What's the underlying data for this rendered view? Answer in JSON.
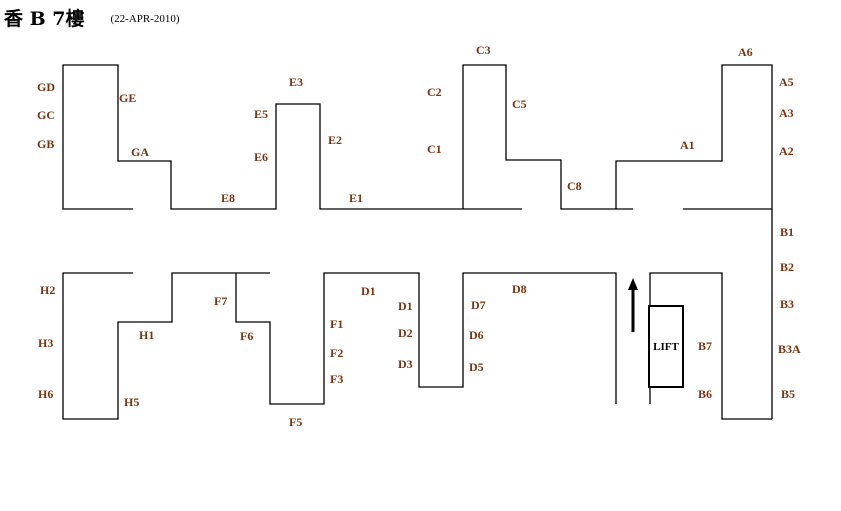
{
  "header": {
    "title": "香 B  7樓",
    "date": "(22-APR-2010)"
  },
  "colors": {
    "label": "#7a3410",
    "wall": "#000000"
  },
  "lift": {
    "label": "LIFT"
  },
  "direction_arrow": {
    "icon": "arrow-up-icon"
  },
  "shops": {
    "GD": "GD",
    "GC": "GC",
    "GB": "GB",
    "GE": "GE",
    "GA": "GA",
    "E3": "E3",
    "E5": "E5",
    "E6": "E6",
    "E2": "E2",
    "E8": "E8",
    "E1": "E1",
    "C3": "C3",
    "C2": "C2",
    "C5": "C5",
    "C1": "C1",
    "C8": "C8",
    "A6": "A6",
    "A5": "A5",
    "A3": "A3",
    "A2": "A2",
    "A1": "A1",
    "B1": "B1",
    "B2": "B2",
    "B3": "B3",
    "B3A": "B3A",
    "B7": "B7",
    "B6": "B6",
    "B5": "B5",
    "H2": "H2",
    "H3": "H3",
    "H6": "H6",
    "H1": "H1",
    "H5": "H5",
    "F7": "F7",
    "F6": "F6",
    "F1": "F1",
    "F2": "F2",
    "F3": "F3",
    "F5": "F5",
    "D1a": "D1",
    "D1b": "D1",
    "D2": "D2",
    "D3": "D3",
    "D7": "D7",
    "D6": "D6",
    "D5": "D5",
    "D8": "D8"
  }
}
